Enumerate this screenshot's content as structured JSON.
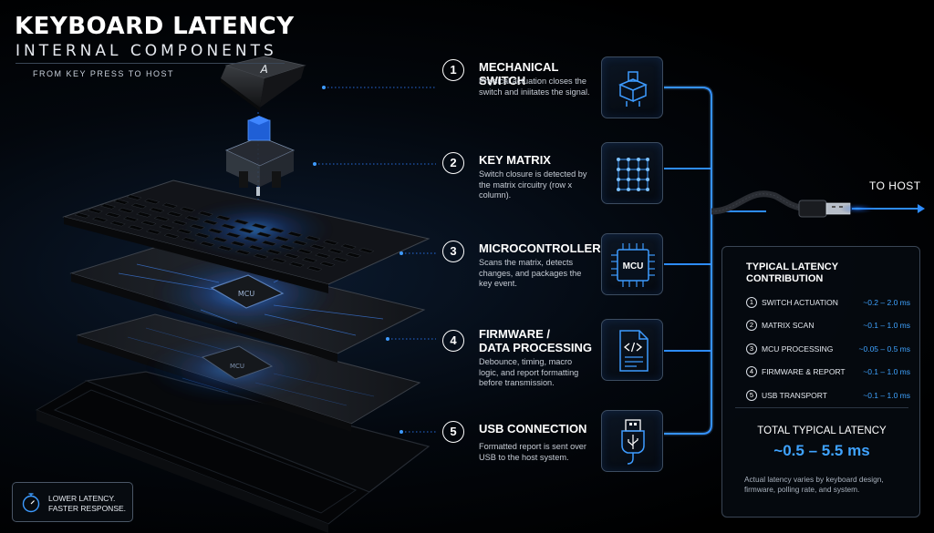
{
  "header": {
    "title": "KEYBOARD LATENCY",
    "subtitle": "INTERNAL COMPONENTS",
    "tagline": "FROM KEY PRESS TO HOST"
  },
  "keycap_letter": "A",
  "layer_chips": {
    "upper": "MCU",
    "lower": "MCU"
  },
  "steps": [
    {
      "number": "1",
      "heading": "MECHANICAL SWITCH",
      "description": "Physical actuation closes the switch and iniitates the signal.",
      "icon": "switch-icon"
    },
    {
      "number": "2",
      "heading": "KEY MATRIX",
      "description": "Switch closure is detected by the matrix circuitry (row x column).",
      "icon": "matrix-grid-icon"
    },
    {
      "number": "3",
      "heading": "MICROCONTROLLER",
      "description": "Scans the matrix, detects changes, and packages the key event.",
      "icon": "mcu-chip-icon",
      "icon_text": "MCU"
    },
    {
      "number": "4",
      "heading": "FIRMWARE /\nDATA PROCESSING",
      "description": "Debounce, timing, macro logic, and report formatting before transmission.",
      "icon": "code-file-icon"
    },
    {
      "number": "5",
      "heading": "USB CONNECTION",
      "description": "Formatted report is sent over USB to the host system.",
      "icon": "usb-icon"
    }
  ],
  "to_host": "TO HOST",
  "latency_panel": {
    "heading": "TYPICAL LATENCY\nCONTRIBUTION",
    "rows": [
      {
        "number": "1",
        "label": "SWITCH ACTUATION",
        "value": "~0.2 – 2.0 ms"
      },
      {
        "number": "2",
        "label": "MATRIX SCAN",
        "value": "~0.1 – 1.0 ms"
      },
      {
        "number": "3",
        "label": "MCU PROCESSING",
        "value": "~0.05 – 0.5 ms"
      },
      {
        "number": "4",
        "label": "FIRMWARE & REPORT",
        "value": "~0.1 – 1.0 ms"
      },
      {
        "number": "5",
        "label": "USB TRANSPORT",
        "value": "~0.1 – 1.0 ms"
      }
    ],
    "total_label": "TOTAL TYPICAL LATENCY",
    "total_value": "~0.5 – 5.5 ms",
    "note": "Actual latency varies by keyboard design, firmware, polling rate, and system."
  },
  "badge": {
    "text": "LOWER LATENCY.\nFASTER RESPONSE.",
    "icon": "stopwatch-icon"
  },
  "colors": {
    "accent_blue": "#3fa3ff",
    "glow_blue": "#1e7bff",
    "background": "#000000",
    "text": "#ffffff"
  }
}
